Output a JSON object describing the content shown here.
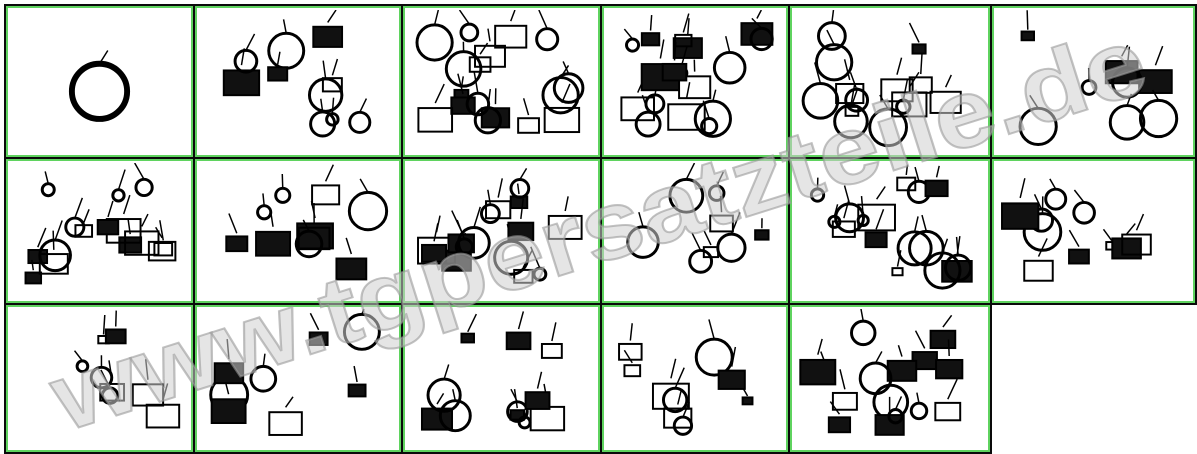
{
  "gallery": {
    "columns": 6,
    "border_colors": {
      "outer": "#0a0a0a",
      "inner": "#5fd35f"
    },
    "items": [
      {
        "kind": "engine-assembly"
      },
      {
        "kind": "exhaust-intake"
      },
      {
        "kind": "cylinder-head-valves"
      },
      {
        "kind": "cylinder-piston"
      },
      {
        "kind": "camshaft-timing-chain"
      },
      {
        "kind": "crankcase-cover-right"
      },
      {
        "kind": "crankcase"
      },
      {
        "kind": "gaskets-covers"
      },
      {
        "kind": "cylinder"
      },
      {
        "kind": "crankshaft-piston-rings"
      },
      {
        "kind": "starter-motor-clutch"
      },
      {
        "kind": "crankcase-cover-left"
      },
      {
        "kind": "transmission-shifter"
      },
      {
        "kind": "oil-pump-clutch"
      },
      {
        "kind": "gearbox-shafts"
      },
      {
        "kind": "kickstarter-gears"
      },
      {
        "kind": "carburetor-cables"
      }
    ]
  },
  "watermark": {
    "text": "www.tgpersatzteile.de",
    "color": "#c8c8c8"
  }
}
